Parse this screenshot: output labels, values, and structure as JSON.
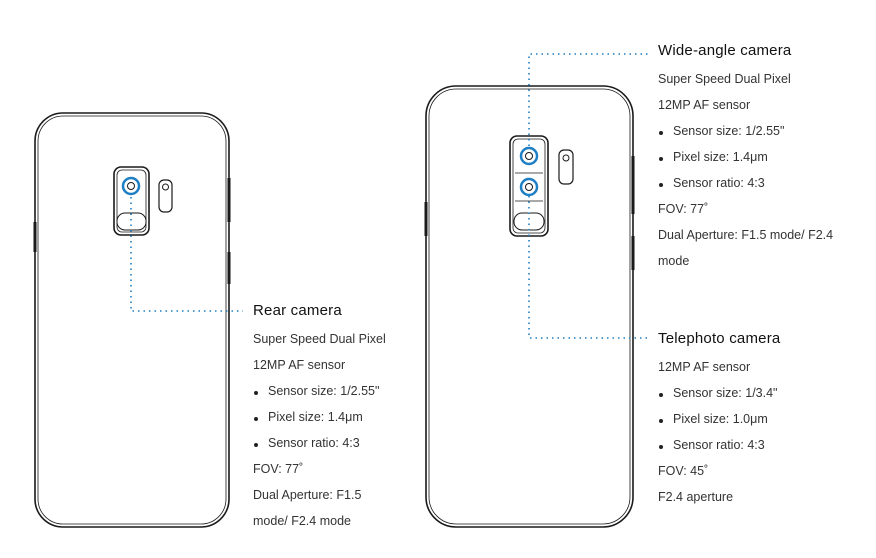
{
  "colors": {
    "outline": "#1a1a1a",
    "lens_accent": "#1f7fc4",
    "leader": "#1f7fc4"
  },
  "left_phone": {
    "title": "Rear camera",
    "lines": [
      "Super Speed Dual Pixel",
      "12MP AF sensor"
    ],
    "bullets": [
      "Sensor size: 1/2.55\"",
      "Pixel size: 1.4μm",
      "Sensor ratio: 4:3"
    ],
    "after": [
      "FOV: 77˚",
      "Dual Aperture: F1.5",
      "mode/ F2.4 mode"
    ]
  },
  "right_phone": {
    "wide": {
      "title": "Wide-angle camera",
      "lines": [
        "Super Speed Dual Pixel",
        "12MP AF sensor"
      ],
      "bullets": [
        "Sensor size: 1/2.55\"",
        "Pixel size: 1.4μm",
        "Sensor ratio: 4:3"
      ],
      "after": [
        "FOV: 77˚",
        "Dual Aperture: F1.5 mode/ F2.4",
        "mode"
      ]
    },
    "tele": {
      "title": "Telephoto camera",
      "lines": [
        "12MP AF sensor"
      ],
      "bullets": [
        "Sensor size: 1/3.4\"",
        "Pixel size: 1.0μm",
        "Sensor ratio: 4:3"
      ],
      "after": [
        "FOV: 45˚",
        "F2.4 aperture"
      ]
    }
  }
}
